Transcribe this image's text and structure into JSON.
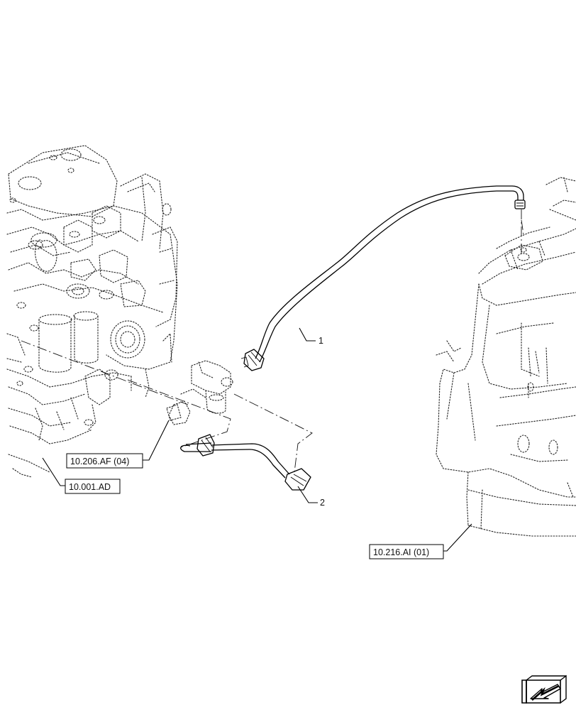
{
  "diagram": {
    "callouts": {
      "ref_fuel_filter": "10.206.AF (04)",
      "ref_engine": "10.001.AD",
      "ref_tank": "10.216.AI (01)"
    },
    "item_numbers": {
      "item_1": "1",
      "item_2": "2"
    }
  },
  "colors": {
    "line": "#000000",
    "background": "#ffffff"
  },
  "icons": {
    "nav": "arrow-nav-icon"
  }
}
